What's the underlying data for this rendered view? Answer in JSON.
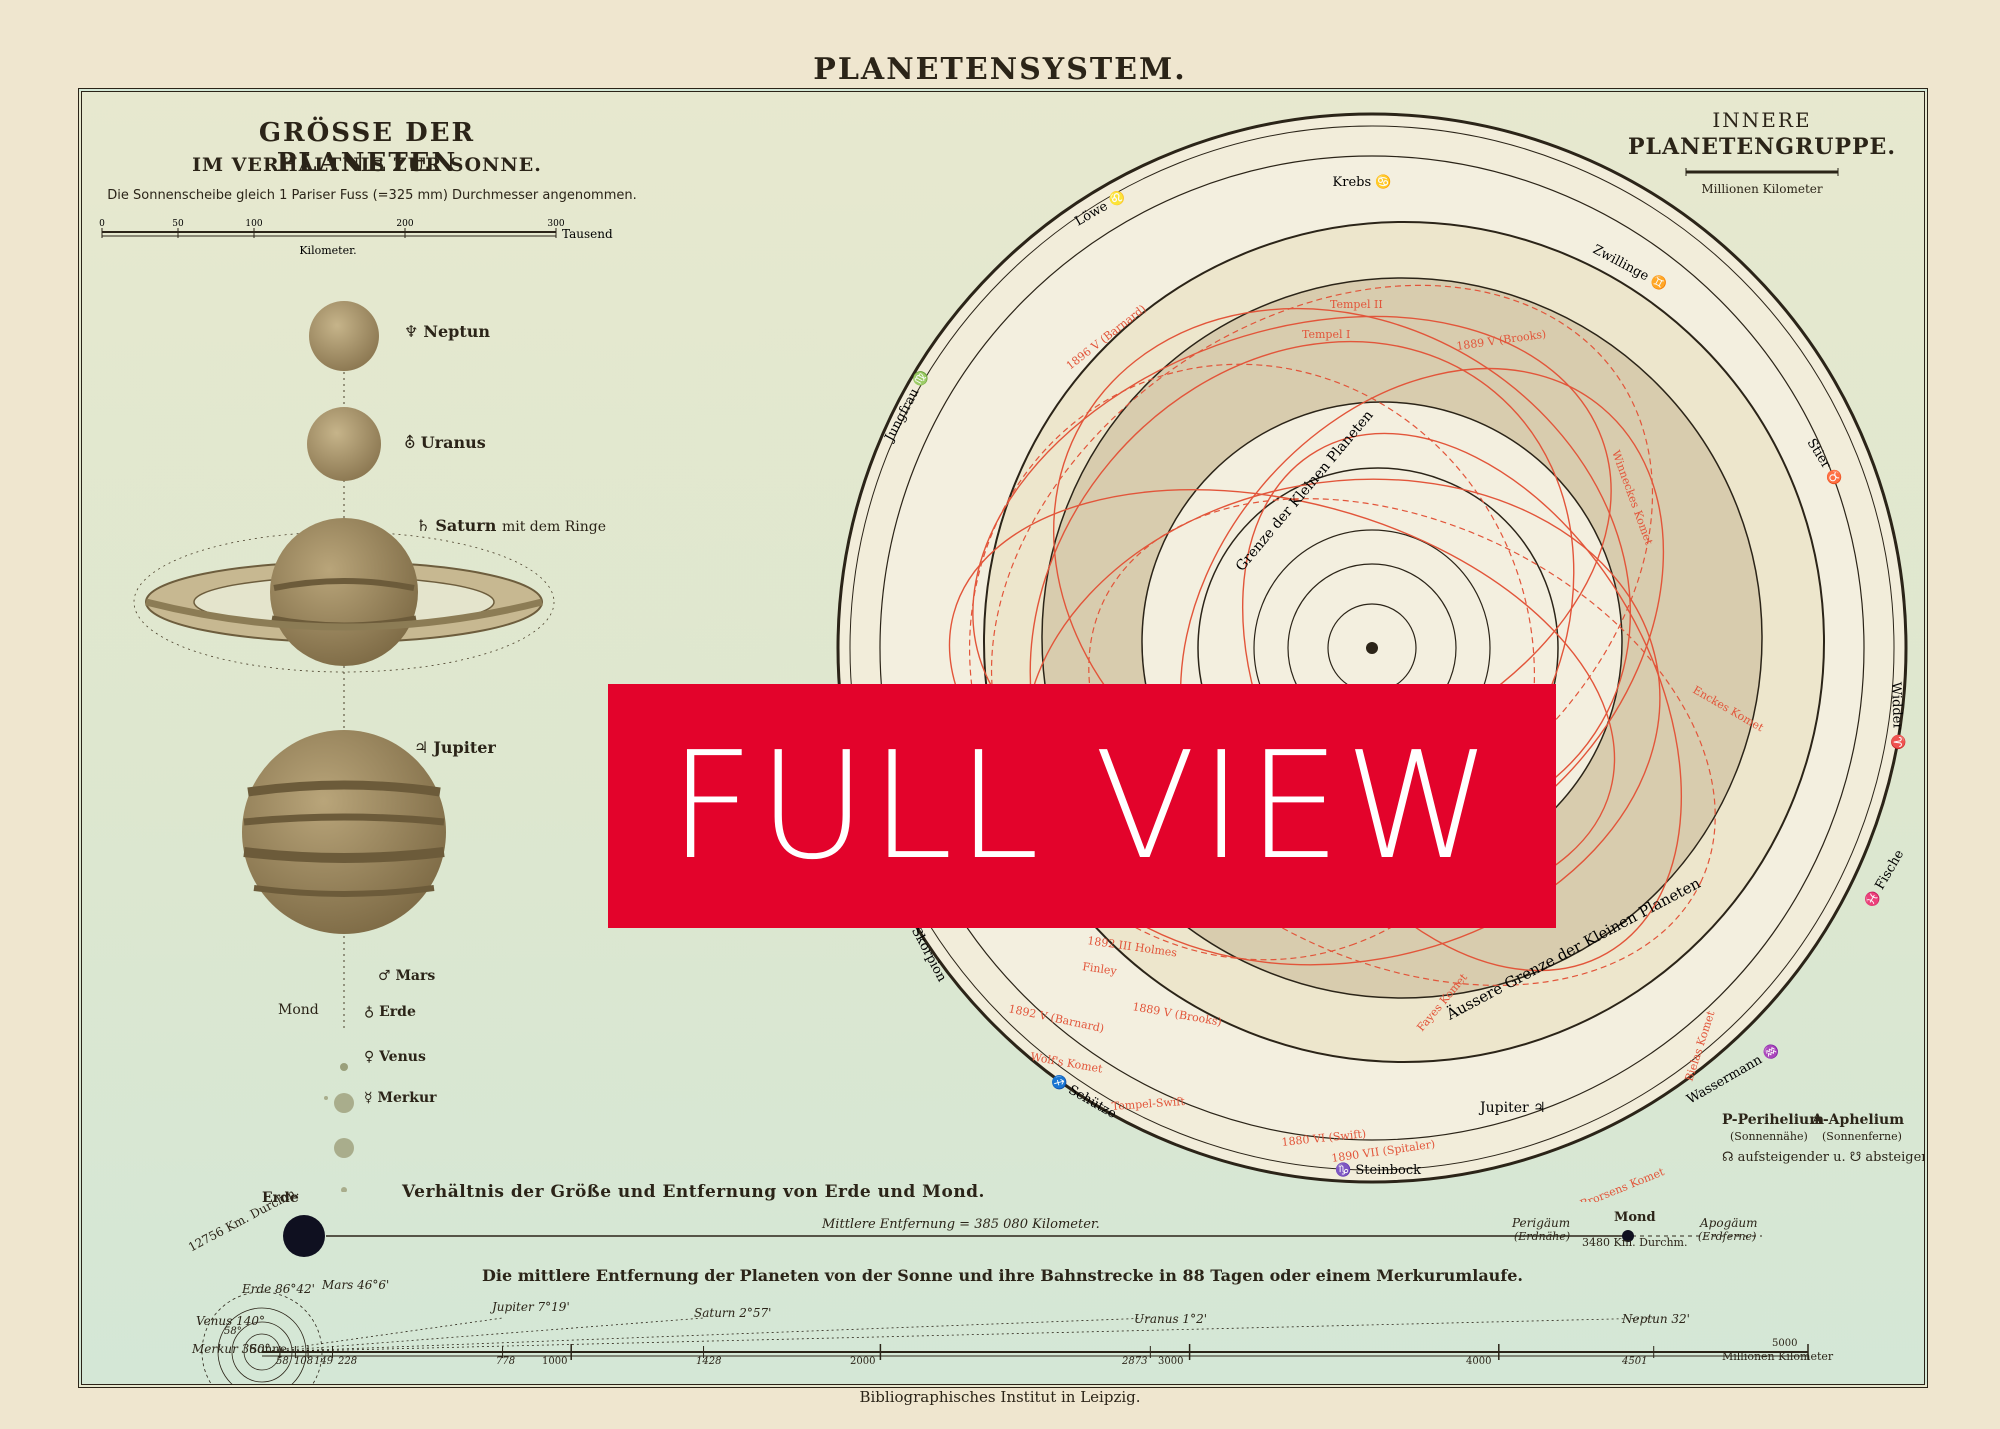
{
  "title": "PLANETENSYSTEM.",
  "credit": "Bibliographisches Institut in Leipzig.",
  "banner": "FULL VIEW",
  "size_panel": {
    "title_line1": "GRÖSSE DER PLANETEN",
    "title_line2": "IM VERHÄLTNIS ZUR SONNE.",
    "note": "Die Sonnenscheibe gleich 1 Pariser Fuss (=325 mm) Durchmesser angenommen.",
    "scale_ticks": [
      "0",
      "50",
      "100",
      "200",
      "300"
    ],
    "scale_unit": "Tausend",
    "scale_label": "Kilometer.",
    "planets": [
      {
        "symbol": "♆",
        "name": "Neptun"
      },
      {
        "symbol": "⛢",
        "name": "Uranus"
      },
      {
        "symbol": "♄",
        "name": "Saturn",
        "suffix": "mit dem Ringe"
      },
      {
        "symbol": "♃",
        "name": "Jupiter"
      },
      {
        "symbol": "♂",
        "name": "Mars"
      },
      {
        "symbol": "♁",
        "name": "Erde"
      },
      {
        "symbol": "♀",
        "name": "Venus"
      },
      {
        "symbol": "☿",
        "name": "Merkur"
      }
    ],
    "moon_label": "Mond"
  },
  "inner_panel": {
    "title_line1": "INNERE",
    "title_line2": "PLANETENGRUPPE.",
    "scale_label": "Millionen Kilometer"
  },
  "zodiac": [
    "Krebs ♋",
    "Zwillinge ♊",
    "Stier ♉",
    "Widder ♈",
    "♓ Fische",
    "Wassermann ♒",
    "♑ Steinbock",
    "♐ Schütze",
    "♏ Skorpion",
    "Jungfrau ♍",
    "Löwe ♌"
  ],
  "orbit_labels": {
    "inner_limit": "Grenze der Kleinen Planeten",
    "outer_limit": "Äussere Grenze der Kleinen Planeten",
    "jupiter": "Jupiter ♃"
  },
  "comets": [
    "Tempel II",
    "Tempel I",
    "1889 V (Brooks)",
    "1896 V (Barnard)",
    "Winneckes Komet",
    "Enckes Komet",
    "1892 III Holmes",
    "Finley",
    "1892 V (Barnard)",
    "1889 V (Brooks)",
    "Wolf's Komet",
    "Tempel-Swift",
    "1880 VI (Swift)",
    "1890 VII (Spitaler)",
    "Fayes Komet",
    "Bielas Komet",
    "Brorsens Komet"
  ],
  "legend": {
    "perihelion": "P-Perihelium",
    "perihelion_sub": "(Sonnennähe)",
    "aphelion": "A-Aphelium",
    "aphelion_sub": "(Sonnenferne)",
    "nodes": "☊ aufsteigender u. ☋ absteigender Knoten"
  },
  "earth_moon": {
    "title": "Verhältnis der Größe und Entfernung von Erde und Mond.",
    "earth": "Erde",
    "earth_diameter": "12756 Km. Durchm.",
    "mean_distance": "Mittlere Entfernung = 385 080 Kilometer.",
    "perigee": "Perigäum",
    "perigee_sub": "(Erdnähe)",
    "moon": "Mond",
    "moon_diameter": "3480 Km. Durchm.",
    "apogee": "Apogäum",
    "apogee_sub": "(Erdferne)"
  },
  "distances": {
    "title": "Die mittlere Entfernung der Planeten von der Sonne und ihre Bahnstrecke in 88 Tagen oder einem Merkurumlaufe.",
    "axis_ticks": [
      "1000",
      "2000",
      "3000",
      "4000",
      "5000"
    ],
    "axis_unit": "Millionen Kilometer",
    "sun": "Sonne",
    "planets": [
      {
        "label": "Merkur 360°",
        "value": "58"
      },
      {
        "label": "Venus 140°",
        "sub": "58°",
        "value": "108"
      },
      {
        "label": "Erde 86°42'",
        "value": "149"
      },
      {
        "label": "Mars 46°6'",
        "value": "228"
      },
      {
        "label": "Jupiter 7°19'",
        "value": "778"
      },
      {
        "label": "Saturn 2°57'",
        "value": "1428"
      },
      {
        "label": "Uranus 1°2'",
        "value": "2873"
      },
      {
        "label": "Neptun 32'",
        "value": "4501"
      }
    ]
  }
}
